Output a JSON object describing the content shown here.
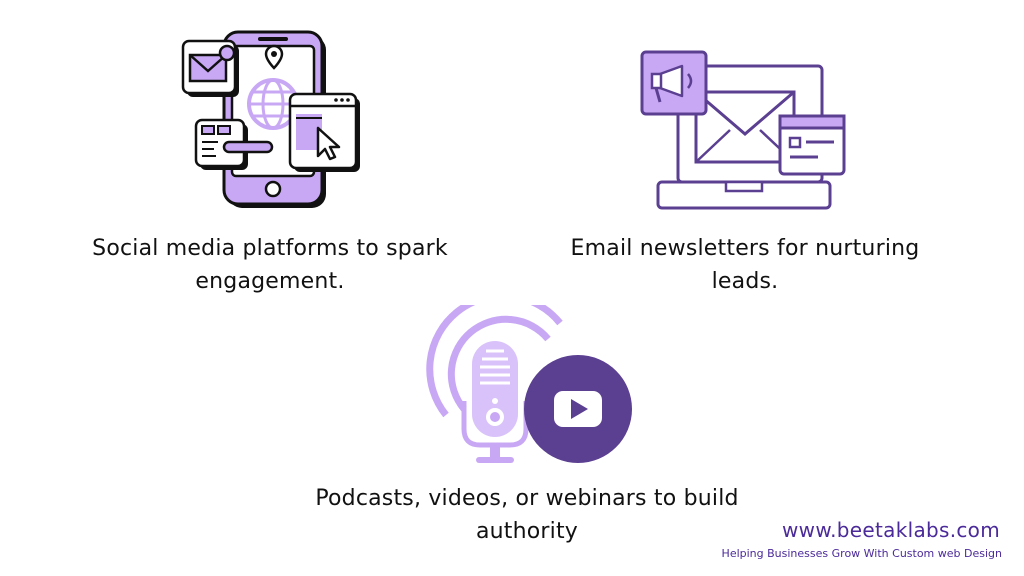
{
  "captions": {
    "social": "Social media platforms to spark engagement.",
    "email": "Email newsletters for nurturing leads.",
    "podcast": "Podcasts, videos, or webinars to build authority"
  },
  "footer": {
    "website": "www.beetaklabs.com",
    "tagline": "Helping Businesses Grow With Custom web Design"
  },
  "icons": {
    "social": "smartphone-social-icon",
    "email": "laptop-email-icon",
    "podcast": "microphone-icon",
    "video": "play-icon"
  },
  "colors": {
    "lavender": "#c8a8f5",
    "deep_purple": "#5b3f91",
    "brand_text": "#4b2a9a"
  }
}
